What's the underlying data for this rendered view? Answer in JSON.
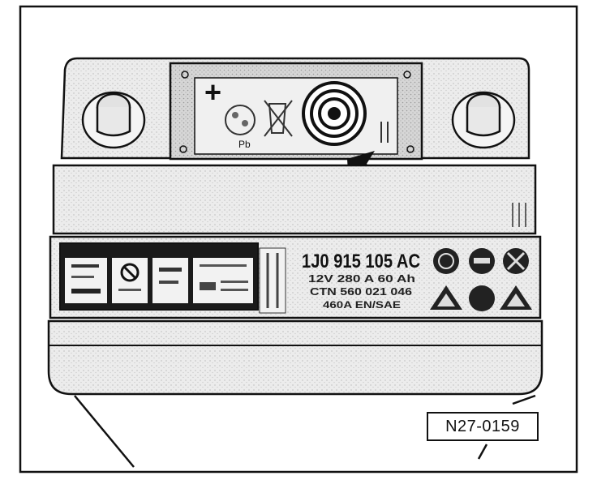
{
  "figure": {
    "reference_code": "N27-0159",
    "battery": {
      "part_number": "1J0 915 105 AC",
      "spec_line": "12V 280 A 60 Ah",
      "ctn_line": "CTN 560 021 046",
      "rating_line": "460A EN/SAE",
      "polarity_mark": "+"
    }
  }
}
